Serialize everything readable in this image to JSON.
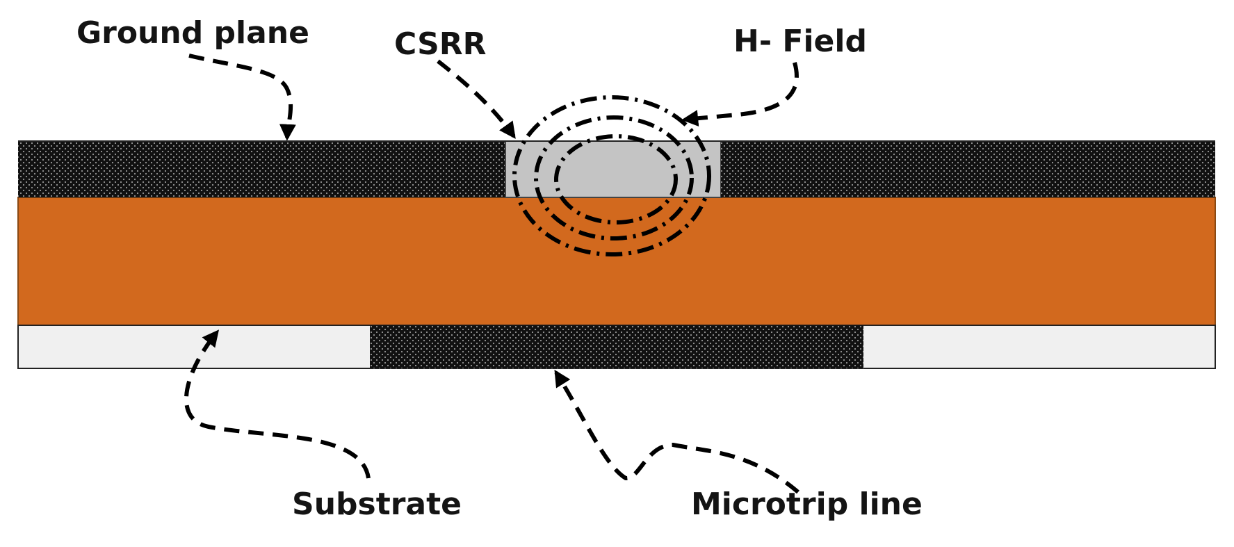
{
  "labels": {
    "ground_plane": "Ground plane",
    "csrr": "CSRR",
    "h_field": "H- Field",
    "substrate": "Substrate",
    "microstrip_line": "Microtrip line"
  },
  "colors": {
    "substrate": "#d2691e",
    "metal": "#111111",
    "metal_dots": "#9a9a9a",
    "csrr_slot": "#c4c4c4",
    "bottom_dielectric": "#f0f0f0",
    "text": "#141414"
  }
}
